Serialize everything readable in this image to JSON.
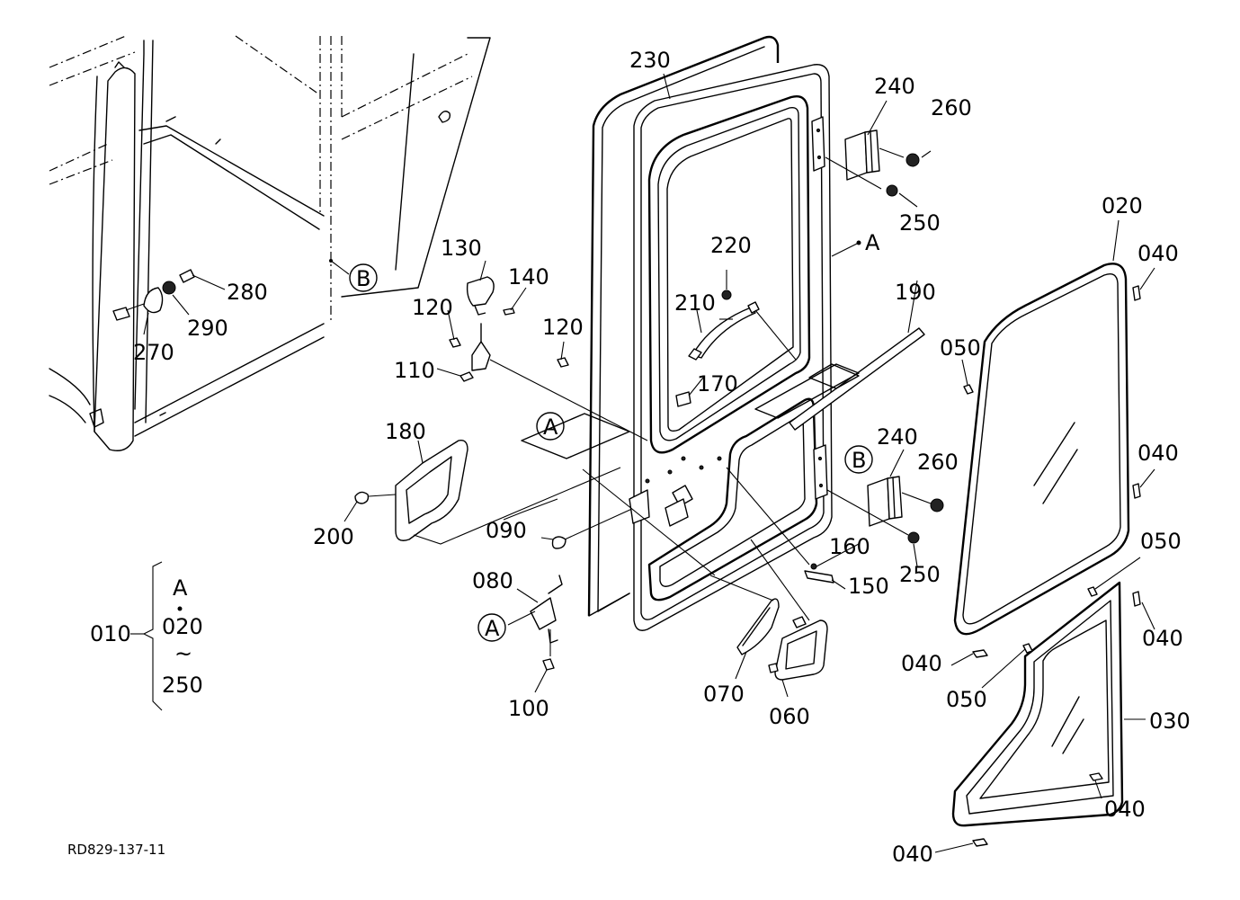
{
  "drawing_code": "RD829-137-11",
  "callouts": {
    "p010": "010",
    "p020": "020",
    "p030": "030",
    "p040a": "040",
    "p040b": "040",
    "p040c": "040",
    "p040d": "040",
    "p040e": "040",
    "p040f": "040",
    "p050a": "050",
    "p050b": "050",
    "p050c": "050",
    "p060": "060",
    "p070": "070",
    "p080": "080",
    "p090": "090",
    "p100": "100",
    "p110": "110",
    "p120a": "120",
    "p120b": "120",
    "p130": "130",
    "p140": "140",
    "p150": "150",
    "p160": "160",
    "p170": "170",
    "p180": "180",
    "p190": "190",
    "p200": "200",
    "p210": "210",
    "p220": "220",
    "p230": "230",
    "p240a": "240",
    "p240b": "240",
    "p250a": "250",
    "p250b": "250",
    "p260a": "260",
    "p260b": "260",
    "p270": "270",
    "p280": "280",
    "p290": "290"
  },
  "reference_markers": {
    "a1": "A",
    "a2": "A",
    "a3": "A",
    "b1": "B",
    "b2": "B"
  },
  "assembly_note": {
    "mark": "A",
    "from": "020",
    "tilde": "~",
    "to": "250"
  }
}
